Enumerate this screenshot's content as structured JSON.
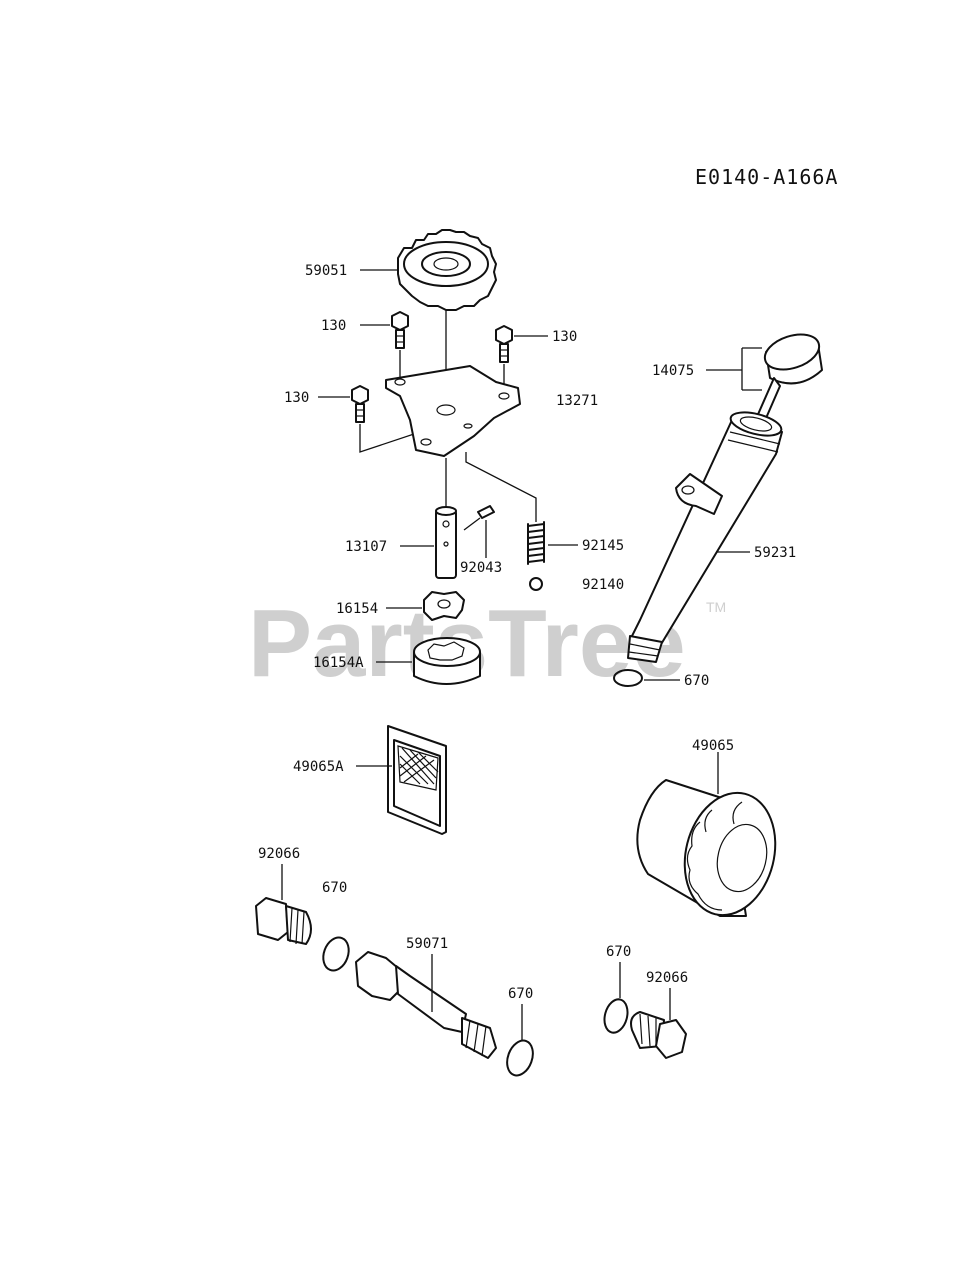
{
  "diagram_code": "E0140-A166A",
  "watermark": {
    "text": "PartsTree",
    "trademark": "TM"
  },
  "colors": {
    "ink": "#111111",
    "watermark": "#cfcfcf",
    "background": "#ffffff"
  },
  "labels": {
    "gear": "59051",
    "bolt_top_left": "130",
    "bolt_top_right": "130",
    "bolt_left": "130",
    "pump_cover": "13271",
    "dipstick_cap": "14075",
    "dipstick_tube": "59231",
    "shaft": "13107",
    "pin": "92043",
    "spring": "92145",
    "ball": "92140",
    "inner_rotor": "16154",
    "outer_rotor": "16154A",
    "tube_oring": "670",
    "strainer": "49065A",
    "oil_filter": "49065",
    "plug_left": "92066",
    "oring_left": "670",
    "filter_fitting": "59071",
    "oring_fitting": "670",
    "oring_right": "670",
    "plug_right": "92066"
  }
}
